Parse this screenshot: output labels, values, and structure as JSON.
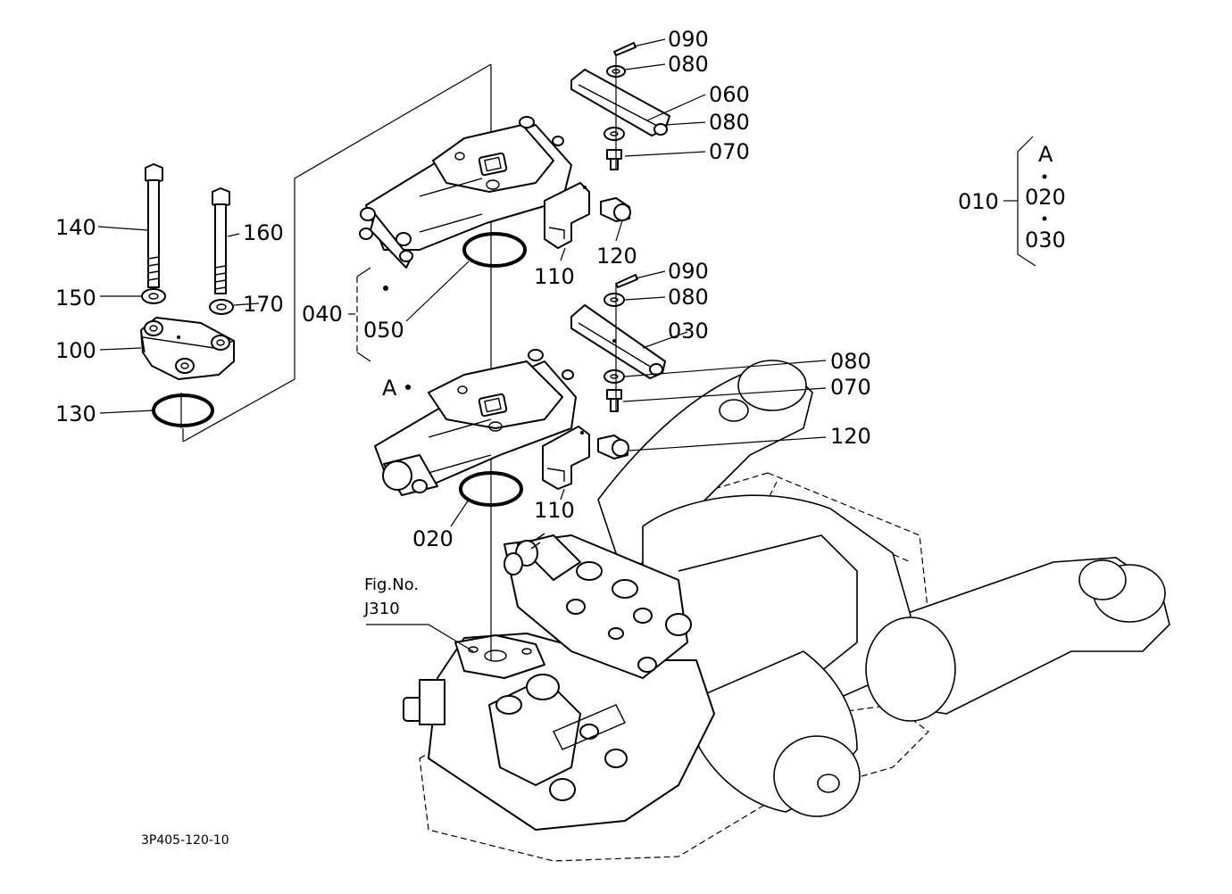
{
  "callouts": {
    "p090_top": "090",
    "p080_top": "080",
    "p060": "060",
    "p080_b": "080",
    "p070_top": "070",
    "p120_top": "120",
    "p110_top": "110",
    "p090_mid": "090",
    "p080_mid": "080",
    "p030": "030",
    "p080_low": "080",
    "p070_low": "070",
    "p120_low": "120",
    "p110_low": "110",
    "p020": "020",
    "p050": "050",
    "p040": "040",
    "pA": "A",
    "p140": "140",
    "p160": "160",
    "p150": "150",
    "p170": "170",
    "p100": "100",
    "p130": "130"
  },
  "legend": {
    "group": "010",
    "letter": "A",
    "item1": "020",
    "item2": "030"
  },
  "reference": {
    "line1": "Fig.No.",
    "line2": "J310"
  },
  "drawing_number": "3P405-120-10"
}
